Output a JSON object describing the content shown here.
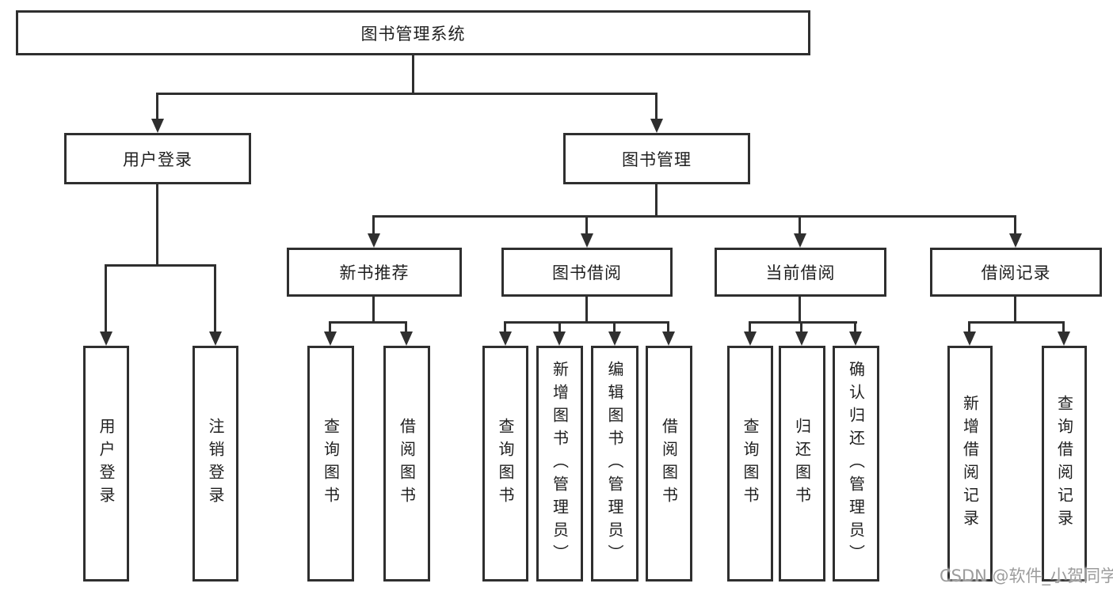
{
  "tree": {
    "label": "图书管理系统",
    "children": [
      {
        "label": "用户登录",
        "children": [
          {
            "label": "用户登录"
          },
          {
            "label": "注销登录"
          }
        ]
      },
      {
        "label": "图书管理",
        "children": [
          {
            "label": "新书推荐",
            "children": [
              {
                "label": "查询图书"
              },
              {
                "label": "借阅图书"
              }
            ]
          },
          {
            "label": "图书借阅",
            "children": [
              {
                "label": "查询图书"
              },
              {
                "label": "新增图书（管理员）"
              },
              {
                "label": "编辑图书（管理员）"
              },
              {
                "label": "借阅图书"
              }
            ]
          },
          {
            "label": "当前借阅",
            "children": [
              {
                "label": "查询图书"
              },
              {
                "label": "归还图书"
              },
              {
                "label": "确认归还（管理员）"
              }
            ]
          },
          {
            "label": "借阅记录",
            "children": [
              {
                "label": "新增借阅记录"
              },
              {
                "label": "查询借阅记录"
              }
            ]
          }
        ]
      }
    ]
  },
  "watermark": {
    "text": "CSDN @软件_小贺同学"
  },
  "colors": {
    "line": "#2f2f2f",
    "box_border": "#2f2f2f",
    "text": "#1f1f1f",
    "watermark": "#9c9c9c",
    "background": "#ffffff"
  }
}
